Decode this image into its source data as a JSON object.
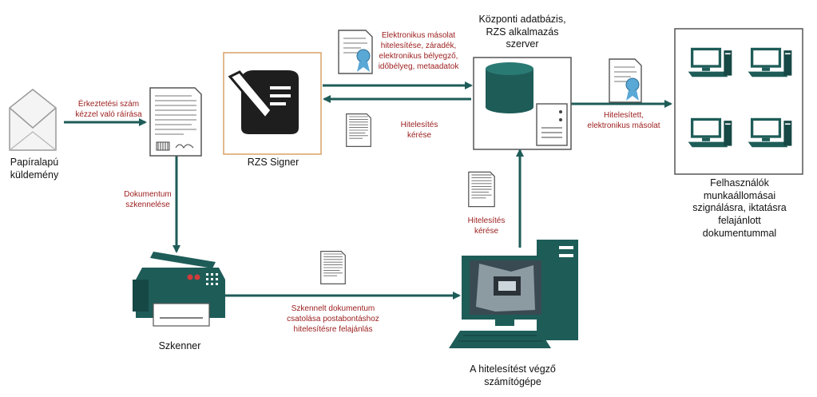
{
  "nodes": {
    "paper_mail": "Papíralapú\nküldemény",
    "signer": "RZS Signer",
    "central_server": "Központi adatbázis,\nRZS alkalmazás\nszerver",
    "workstations": "Felhasználók\nmunkaállomásai\nszignálásra, iktatásra\nfelajánlott\ndokumentummal",
    "scanner": "Szkenner",
    "auth_computer": "A hitelesítést végző\nszámítógépe"
  },
  "edges": {
    "arrival_number": "Érkeztetési szám\nkézzel való ráírása",
    "scanning": "Dokumentum\nszkennelése",
    "e_copy_auth": "Elektronikus másolat\nhitelesítése, záradék,\nelektronikus bélyegző,\nidőbélyeg, metaadatok",
    "auth_request_top": "Hitelesítés\nkérése",
    "auth_request_right": "Hitelesítés\nkérése",
    "authenticated_copy": "Hitelesített,\nelektronikus másolat",
    "scanned_attach": "Szkennelt dokumentum\ncsatolása postabontáshoz\nhitelesítésre felajánlás"
  },
  "colors": {
    "teal": "#1e5c58",
    "teal_dark": "#164845",
    "label_red": "#9b1c1c",
    "signer_border": "#d9a066"
  },
  "icons": [
    "envelope-icon",
    "document-icon",
    "certificate-icon",
    "quill-scroll-icon",
    "database-icon",
    "server-icon",
    "monitor-icon",
    "scanner-icon",
    "desktop-computer-icon"
  ]
}
